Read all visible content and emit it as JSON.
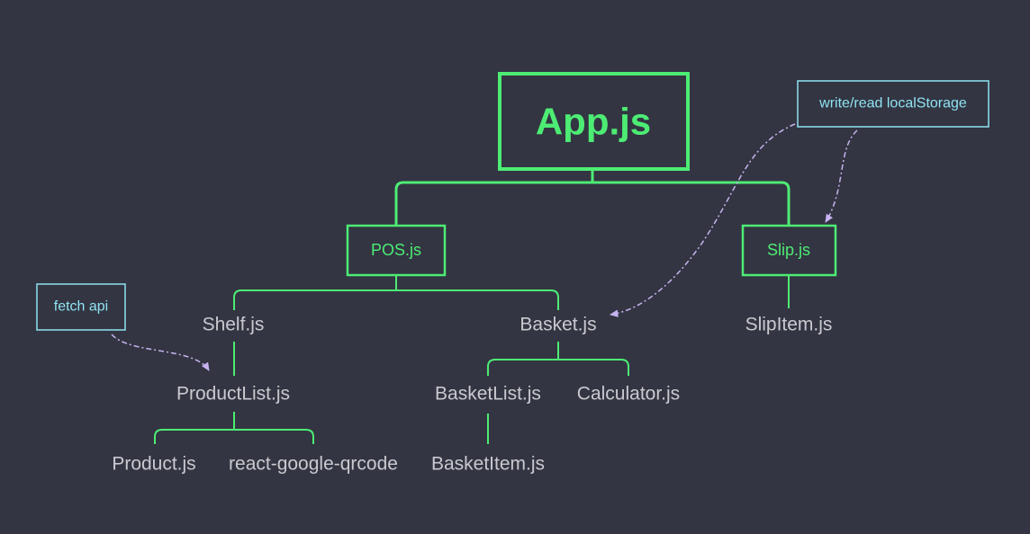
{
  "colors": {
    "background": "#333542",
    "tree_line": "#4dec74",
    "node_text": "#c9c9cf",
    "note_border": "#8fe3f2",
    "note_text": "#8fe3f2",
    "annotation_arrow": "#c7b3f0"
  },
  "nodes": {
    "app": "App.js",
    "pos": "POS.js",
    "slip": "Slip.js",
    "shelf": "Shelf.js",
    "basket": "Basket.js",
    "slip_item": "SlipItem.js",
    "product_list": "ProductList.js",
    "basket_list": "BasketList.js",
    "calculator": "Calculator.js",
    "product": "Product.js",
    "qrcode": "react-google-qrcode",
    "basket_item": "BasketItem.js"
  },
  "notes": {
    "fetch_api": "fetch api",
    "local_storage": "write/read localStorage"
  }
}
